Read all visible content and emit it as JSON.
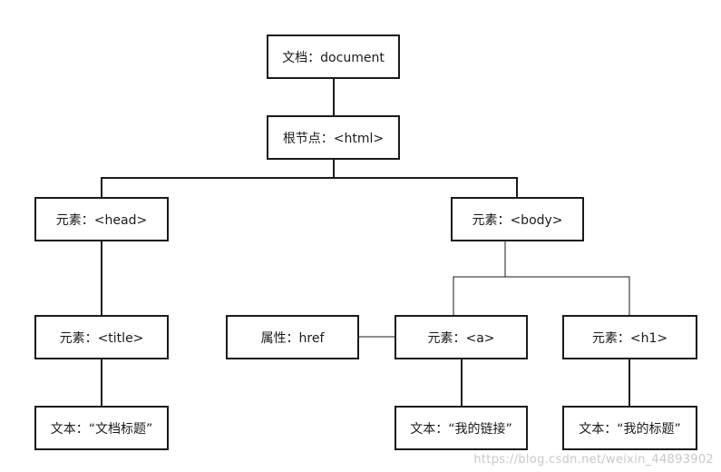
{
  "nodes": {
    "document": "文档：document",
    "root": "根节点：<html>",
    "head": "元素：<head>",
    "body": "元素：<body>",
    "title": "元素：<title>",
    "attr_href": "属性：href",
    "a": "元素：<a>",
    "h1": "元素：<h1>",
    "text_title": "文本：“文档标题”",
    "text_link": "文本：“我的链接”",
    "text_h1": "文本：“我的标题”"
  },
  "watermark": "https://blog.csdn.net/weixin_44893902"
}
